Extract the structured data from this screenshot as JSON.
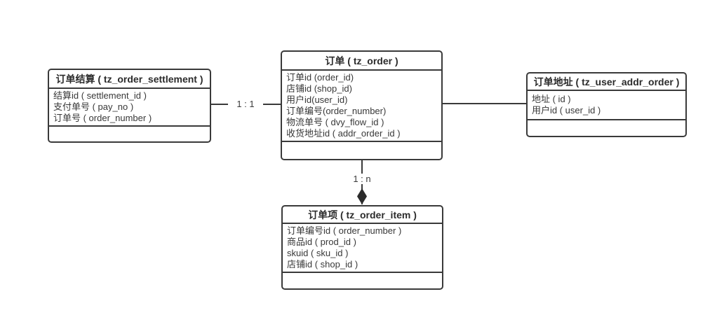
{
  "diagram": {
    "colors": {
      "line": "#3a3a3a",
      "text": "#333333",
      "background": "#ffffff"
    },
    "entities": [
      {
        "name": "tz_order_settlement",
        "title": "订单结算 ( tz_order_settlement )",
        "rows": [
          "结算id ( settlement_id )",
          "支付单号 ( pay_no )",
          "订单号 ( order_number )"
        ]
      },
      {
        "name": "tz_order",
        "title": "订单 ( tz_order )",
        "rows": [
          "订单id (order_id)",
          "店铺id (shop_id)",
          "用户id(user_id)",
          "订单编号(order_number)",
          "物流单号 ( dvy_flow_id )",
          "收货地址id ( addr_order_id )"
        ]
      },
      {
        "name": "tz_user_addr_order",
        "title": "订单地址 ( tz_user_addr_order )",
        "rows": [
          "地址 ( id )",
          "用户id ( user_id )"
        ]
      },
      {
        "name": "tz_order_item",
        "title": "订单项 ( tz_order_item )",
        "rows": [
          "订单编号id ( order_number )",
          "商品id ( prod_id )",
          "skuid ( sku_id )",
          "店铺id ( shop_id )"
        ]
      }
    ],
    "relations": [
      {
        "from": "tz_order_settlement",
        "to": "tz_order",
        "label": "1 : 1"
      },
      {
        "from": "tz_order",
        "to": "tz_user_addr_order",
        "label": ""
      },
      {
        "from": "tz_order",
        "to": "tz_order_item",
        "label": "1 : n",
        "arrow": "filled-diamond"
      }
    ]
  }
}
